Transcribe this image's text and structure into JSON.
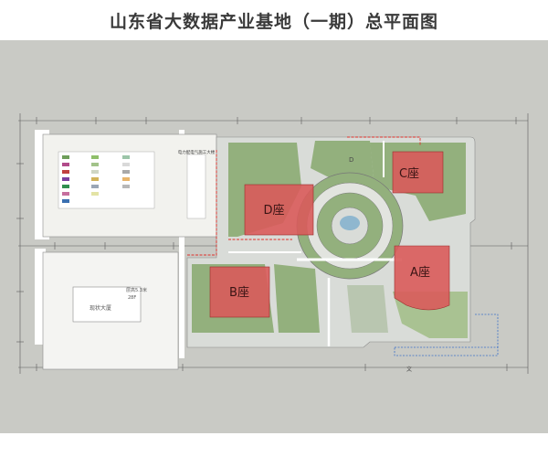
{
  "title": "山东省大数据产业基地（一期）总平面图",
  "buildings": {
    "a": "A座",
    "b": "B座",
    "c": "C座",
    "d": "D座"
  },
  "zone_d_letter": "D",
  "existing_building_label": "现状大厦",
  "existing_building_info": "层高5.3米",
  "existing_building_floors": "28F",
  "substation_label": "电力配电气施工大楼",
  "axis_char": "文",
  "colors": {
    "background": "#c9cac5",
    "lawn": "#93b07d",
    "paving": "#d9dcd8",
    "building_red": "#d95b5b",
    "boundary_red": "#e0302a",
    "water": "#8fb7cf",
    "road_white": "#ffffff"
  }
}
